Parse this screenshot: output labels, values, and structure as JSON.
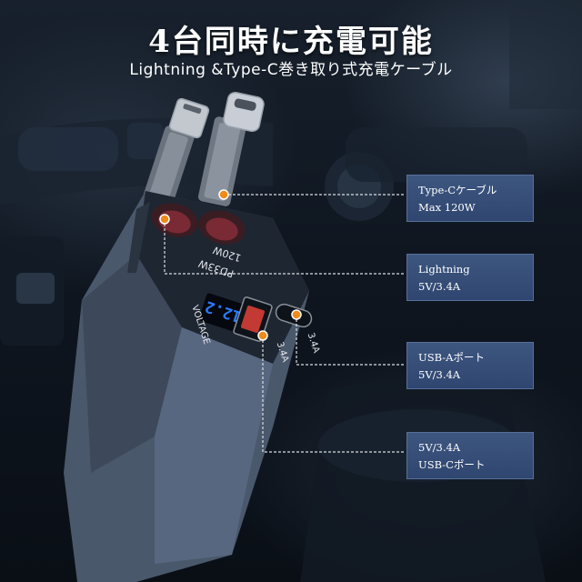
{
  "headline": "4台同時に充電可能",
  "subtitle": "Lightning &Type-C巻き取り式充電ケーブル",
  "device": {
    "port_label_1": "120W",
    "port_label_2": "PD33W",
    "voltage_label": "VOLTAGE",
    "voltage_display": "12.2",
    "usb_a_label": "3.4A",
    "usb_c_label": "3.4A"
  },
  "callouts": [
    {
      "line1": "Type-Cケーブル",
      "line2": "Max 120W"
    },
    {
      "line1": "Lightning",
      "line2": "5V/3.4A"
    },
    {
      "line1": "USB-Aポート",
      "line2": "5V/3.4A"
    },
    {
      "line1": "5V/3.4A",
      "line2": "USB-Cポート"
    }
  ],
  "colors": {
    "callout_bg": "#34507a",
    "leader_line": "#d9dde3",
    "marker_orange": "#f28a1a",
    "display_blue": "#2a7bff",
    "device_body": "#4c5a6e"
  }
}
